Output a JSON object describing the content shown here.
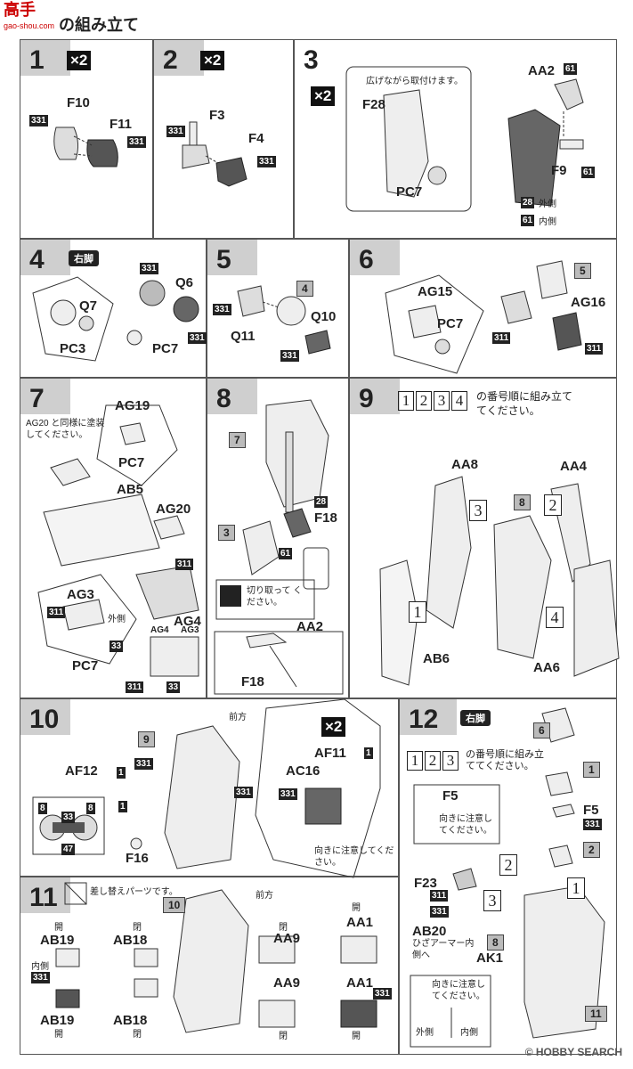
{
  "watermark": {
    "brand": "高手",
    "sub": "gao-shou.com"
  },
  "header": {
    "title": "の組み立て"
  },
  "footer": {
    "copyright": "© HOBBY SEARCH"
  },
  "steps": {
    "s1": {
      "num": "1",
      "mult": "×2",
      "labels": [
        "F10",
        "F11"
      ],
      "tags": [
        "331",
        "331"
      ]
    },
    "s2": {
      "num": "2",
      "mult": "×2",
      "labels": [
        "F3",
        "F4"
      ],
      "tags": [
        "331",
        "331"
      ]
    },
    "s3": {
      "num": "3",
      "mult": "×2",
      "note": "広げながら取付けます。",
      "labels": [
        "F28",
        "PC7",
        "AA2",
        "F9"
      ],
      "tags": [
        "61",
        "61",
        "28",
        "61"
      ],
      "legend_out": "外側",
      "legend_in": "内側"
    },
    "s4": {
      "num": "4",
      "badge": "右脚",
      "labels": [
        "Q7",
        "Q6",
        "PC3",
        "PC7"
      ],
      "tags": [
        "331",
        "331"
      ]
    },
    "s5": {
      "num": "5",
      "labels": [
        "Q10",
        "Q11"
      ],
      "refs": [
        "4"
      ],
      "tags": [
        "331",
        "331"
      ]
    },
    "s6": {
      "num": "6",
      "labels": [
        "AG15",
        "AG16",
        "PC7"
      ],
      "refs": [
        "5"
      ],
      "tags": [
        "311",
        "311"
      ]
    },
    "s7": {
      "num": "7",
      "note": "AG20 と同様に塗装してください。",
      "labels": [
        "AG19",
        "PC7",
        "AB5",
        "AG20",
        "AG3",
        "AG4",
        "PC7",
        "AG4",
        "AG3"
      ],
      "tags": [
        "311",
        "311",
        "33",
        "311",
        "33"
      ],
      "legend_out": "外側"
    },
    "s8": {
      "num": "8",
      "refs": [
        "7",
        "3"
      ],
      "labels": [
        "F18",
        "AA2",
        "F18"
      ],
      "tags": [
        "28",
        "61"
      ],
      "note": "切り取って ください。"
    },
    "s9": {
      "num": "9",
      "order_nums": [
        "1",
        "2",
        "3",
        "4"
      ],
      "note": "の番号順に組み立ててください。",
      "labels": [
        "AA8",
        "AA4",
        "AB6",
        "AA6"
      ],
      "refs": [
        "8"
      ],
      "callouts": [
        "3",
        "2",
        "1",
        "4"
      ]
    },
    "s10": {
      "num": "10",
      "mult": "×2",
      "front": "前方",
      "labels": [
        "AF12",
        "AF11",
        "AC16",
        "F16"
      ],
      "refs": [
        "9"
      ],
      "tags": [
        "331",
        "331",
        "331",
        "1",
        "1",
        "1",
        "331"
      ],
      "colors": [
        "8",
        "33",
        "8",
        "47"
      ],
      "note": "向きに注意してください。"
    },
    "s11": {
      "num": "11",
      "note": "差し替えパーツです。",
      "front": "前方",
      "refs": [
        "10"
      ],
      "labels": [
        "AB19",
        "AB18",
        "AB18",
        "AB19",
        "AA9",
        "AA9",
        "AA1",
        "AA1"
      ],
      "open": "開",
      "closed": "閉",
      "inner": "内側",
      "tag": "331"
    },
    "s12": {
      "num": "12",
      "badge": "右脚",
      "order_nums": [
        "1",
        "2",
        "3"
      ],
      "note": "の番号順に組み立ててください。",
      "labels": [
        "F5",
        "F5",
        "F23",
        "AB20",
        "AK1"
      ],
      "sublabel": "ひざアーマー内側へ",
      "refs": [
        "6",
        "1",
        "2",
        "8",
        "11"
      ],
      "callouts": [
        "2",
        "3",
        "1"
      ],
      "tags": [
        "331",
        "311",
        "331"
      ],
      "note2": "向きに注意してください。",
      "note3": "向きに注意してください。",
      "out": "外側",
      "in": "内側"
    }
  }
}
